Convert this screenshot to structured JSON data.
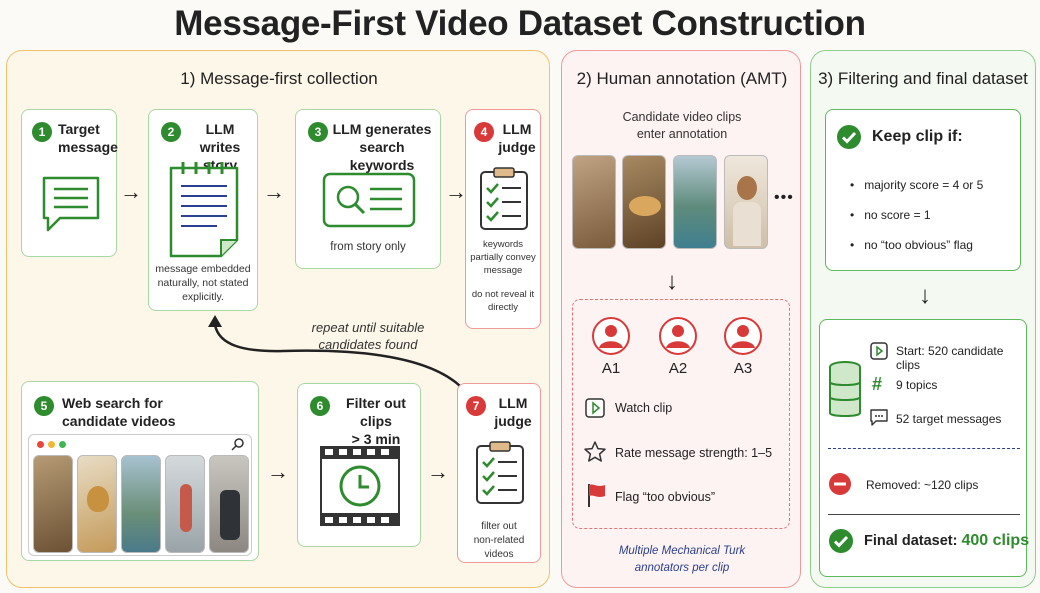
{
  "title": "Message-First Video Dataset Construction",
  "panel1": {
    "title": "1) Message-first collection",
    "step1": {
      "num": "1",
      "line1": "Target",
      "line2": "message"
    },
    "step2": {
      "num": "2",
      "line1": "LLM",
      "line2": "writes story",
      "note1": "message embedded",
      "note2": "naturally, not stated",
      "note3": "explicitly."
    },
    "step3": {
      "num": "3",
      "line1": "LLM generates",
      "line2": "search keywords",
      "note": "from story only"
    },
    "step4": {
      "num": "4",
      "line1": "LLM",
      "line2": "judge",
      "note1": "keywords",
      "note2": "partially convey",
      "note3": "message",
      "note4": "do not reveal it",
      "note5": "directly"
    },
    "loop": {
      "line1": "repeat until suitable",
      "line2": "candidates found"
    },
    "step5": {
      "num": "5",
      "line1": "Web search for",
      "line2": "candidate videos"
    },
    "step6": {
      "num": "6",
      "line1": "Filter out clips",
      "line2": "> 3 min"
    },
    "step7": {
      "num": "7",
      "line1": "LLM",
      "line2": "judge",
      "note1": "filter out",
      "note2": "non-related videos"
    }
  },
  "panel2": {
    "title": "2) Human annotation (AMT)",
    "intro1": "Candidate video clips",
    "intro2": "enter annotation",
    "ellipsis": "•••",
    "annotators": [
      "A1",
      "A2",
      "A3"
    ],
    "watch": "Watch clip",
    "rate": "Rate message strength: 1–5",
    "flag": "Flag “too obvious”",
    "footer1": "Multiple Mechanical Turk",
    "footer2": "annotators per clip"
  },
  "panel3": {
    "title": "3) Filtering and final dataset",
    "keep_title": "Keep clip if:",
    "rules": [
      "majority score = 4 or 5",
      "no score = 1",
      "no “too obvious” flag"
    ],
    "start": "Start: 520 candidate clips",
    "topics": "9 topics",
    "messages": "52 target messages",
    "removed": "Removed: ~120 clips",
    "final_label": "Final dataset:",
    "final_value": "400 clips"
  },
  "colors": {
    "green": "#2e8b2e",
    "red": "#d83a3a",
    "navy": "#2a3f8f"
  }
}
